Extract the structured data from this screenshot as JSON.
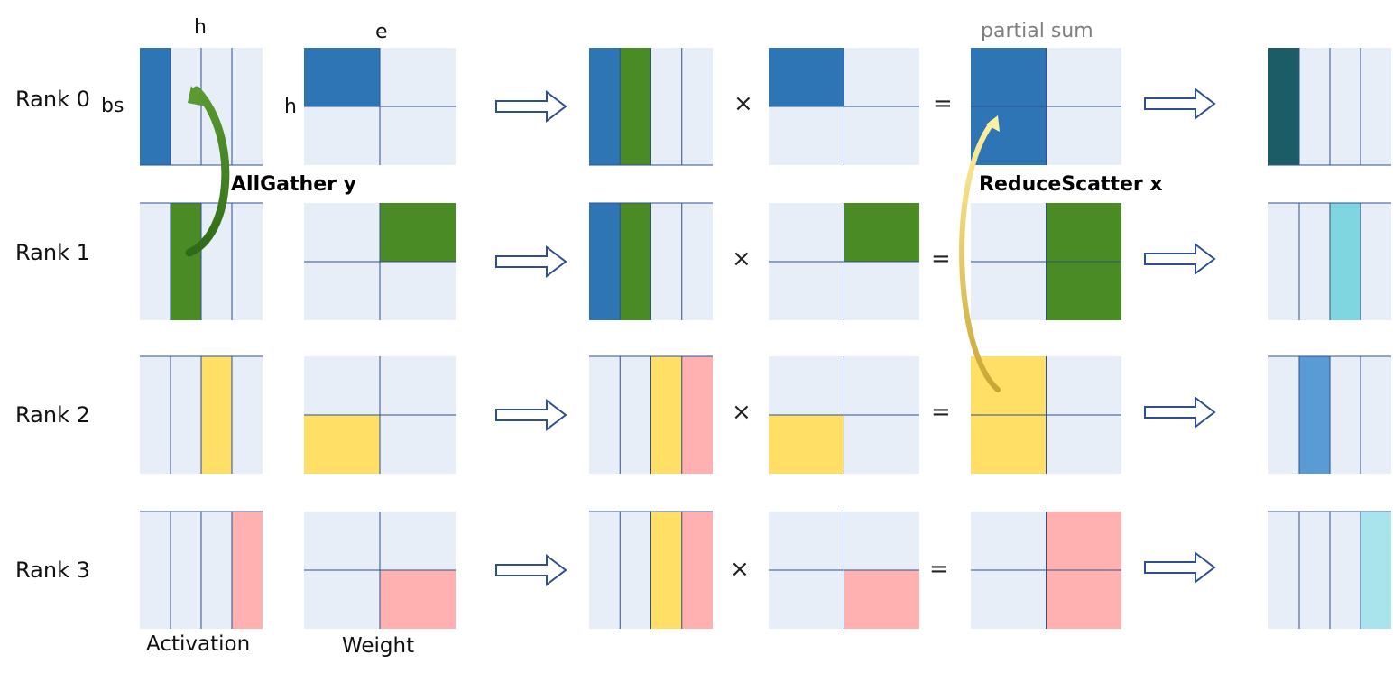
{
  "labels": {
    "ranks": [
      "Rank 0",
      "Rank 1",
      "Rank 2",
      "Rank 3"
    ],
    "activation_h": "h",
    "activation_bs": "bs",
    "weight_e": "e",
    "weight_h": "h",
    "activation_caption": "Activation",
    "weight_caption": "Weight",
    "allgather": "AllGather y",
    "reducescatter": "ReduceScatter x",
    "partial_sum": "partial sum",
    "times": "×",
    "equals": "="
  },
  "colors": {
    "background_cell": "#e7eef8",
    "grid_line": "#2f4f8f",
    "rank0": "#2e75b6",
    "rank1": "#4b8b26",
    "rank2": "#ffdf66",
    "rank3": "#ffb1b1",
    "output_rank0": "#1c5c66",
    "output_rank1": "#7fd6e0",
    "output_rank2": "#5b9bd5",
    "output_rank3": "#a9e3ec",
    "allgather_arrow": "#4b8b26",
    "reducescatter_arrow": "#ffdf66",
    "block_arrow": "#2f4f8f"
  },
  "rows": [
    {
      "activation": [
        "rank0",
        null,
        null,
        null
      ],
      "weight": [
        "rank0",
        null,
        null,
        null
      ],
      "gathered": [
        "rank0",
        "rank1",
        null,
        null
      ],
      "weight_mul": [
        "rank0",
        null,
        null,
        null
      ],
      "result": [
        "rank0",
        null,
        "rank0",
        null
      ],
      "output": [
        "output_rank0",
        null,
        null,
        null
      ]
    },
    {
      "activation": [
        null,
        "rank1",
        null,
        null
      ],
      "weight": [
        null,
        "rank1",
        null,
        null
      ],
      "gathered": [
        "rank0",
        "rank1",
        null,
        null
      ],
      "weight_mul": [
        null,
        "rank1",
        null,
        null
      ],
      "result": [
        null,
        "rank1",
        null,
        "rank1"
      ],
      "output": [
        null,
        null,
        "output_rank1",
        null
      ]
    },
    {
      "activation": [
        null,
        null,
        "rank2",
        null
      ],
      "weight": [
        null,
        null,
        "rank2",
        null
      ],
      "gathered": [
        null,
        null,
        "rank2",
        "rank3"
      ],
      "weight_mul": [
        null,
        null,
        "rank2",
        null
      ],
      "result": [
        "rank2",
        null,
        "rank2",
        null
      ],
      "output": [
        null,
        "output_rank2",
        null,
        null
      ]
    },
    {
      "activation": [
        null,
        null,
        null,
        "rank3"
      ],
      "weight": [
        null,
        null,
        null,
        "rank3"
      ],
      "gathered": [
        null,
        null,
        "rank2",
        "rank3"
      ],
      "weight_mul": [
        null,
        null,
        null,
        "rank3"
      ],
      "result": [
        null,
        "rank3",
        null,
        "rank3"
      ],
      "output": [
        null,
        null,
        null,
        "output_rank3"
      ]
    }
  ]
}
